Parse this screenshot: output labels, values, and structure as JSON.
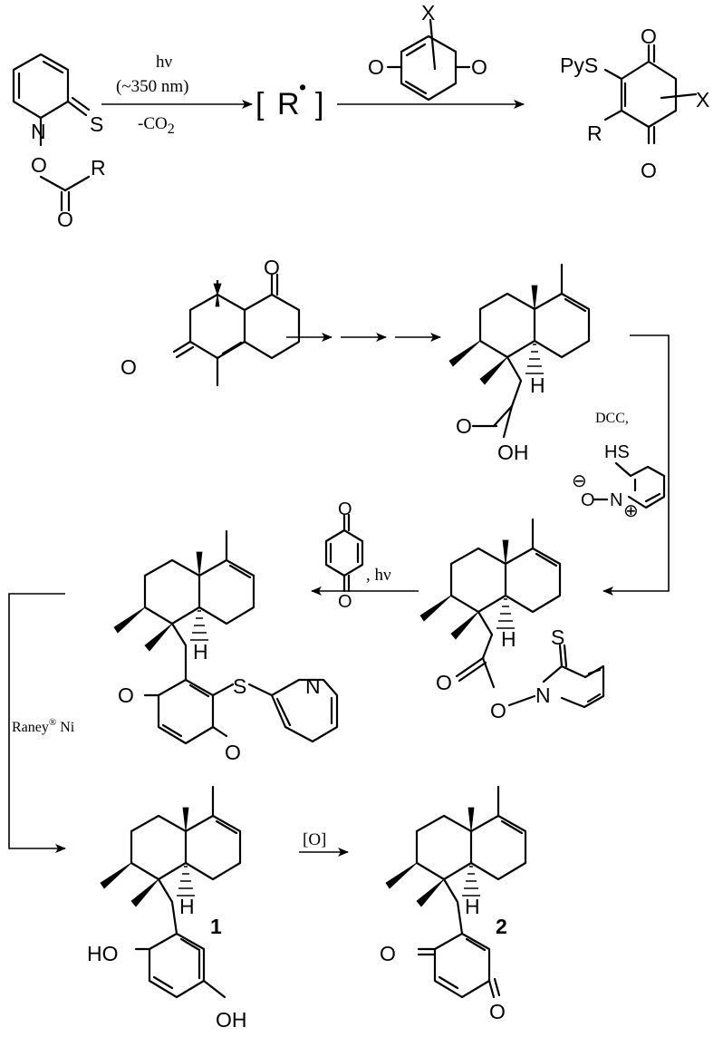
{
  "scheme": {
    "top": {
      "reagent_atoms": {
        "n": "N",
        "s": "S",
        "o_ester": "O",
        "o_carbonyl": "O",
        "r": "R"
      },
      "arrow1": {
        "line1": "hν",
        "line2": "(~350 nm)",
        "line3": "-CO",
        "line3_sub": "2"
      },
      "radical": {
        "open": "[",
        "r": "R",
        "dot": "•",
        "close": "]"
      },
      "quinone": {
        "x": "X",
        "o_left": "O",
        "o_right": "O"
      },
      "product": {
        "pys": "PyS",
        "r": "R",
        "x": "X",
        "o_top": "O",
        "o_bottom": "O"
      }
    },
    "start": {
      "o_ketone_top": "O",
      "o_ketone_left": "O"
    },
    "acid": {
      "h": "H",
      "o_carbonyl": "O",
      "oh": "OH"
    },
    "reagent_dcc": {
      "dcc": "DCC,",
      "hs": "HS",
      "o_minus": "⊖",
      "o": "O",
      "n": "N",
      "n_plus": "⊕"
    },
    "barton_ester": {
      "h": "H",
      "s": "S",
      "o_carbonyl": "O",
      "o_ester": "O",
      "n": "N"
    },
    "reagent_bq": {
      "o_top": "O",
      "o_bottom": "O",
      "hv": ", hν"
    },
    "thioquinone": {
      "h": "H",
      "o_left": "O",
      "o_right": "O",
      "s": "S",
      "n": "N"
    },
    "raney": {
      "label": "Raney",
      "sup": "®",
      "ni": " Ni"
    },
    "compound1": {
      "h": "H",
      "number": "1",
      "ho": "HO",
      "oh": "OH"
    },
    "oxidation": {
      "label": "[O]"
    },
    "compound2": {
      "h": "H",
      "number": "2",
      "o_left": "O",
      "o_right": "O"
    }
  }
}
